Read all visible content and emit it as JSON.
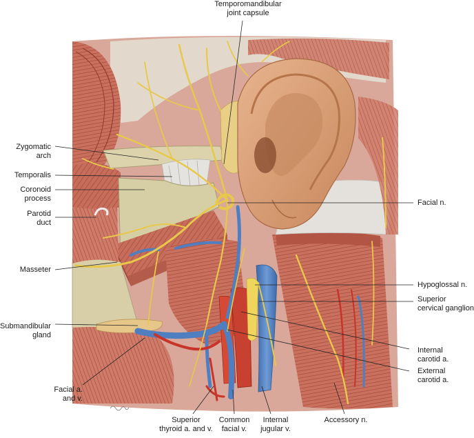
{
  "labels": {
    "tmj_capsule": "Temporomandibular\njoint capsule",
    "zygomatic_arch": "Zygomatic\narch",
    "temporalis": "Temporalis",
    "coronoid_process": "Coronoid\nprocess",
    "parotid_duct": "Parotid\nduct",
    "masseter": "Masseter",
    "submandibular_gland": "Submandibular\ngland",
    "facial_av": "Facial a.\nand v.",
    "superior_thyroid": "Superior\nthyroid a. and v.",
    "common_facial_v": "Common\nfacial v.",
    "internal_jugular_v": "Internal\njugular v.",
    "accessory_n": "Accessory n.",
    "facial_n": "Facial n.",
    "hypoglossal_n": "Hypoglossal n.",
    "superior_cervical_ganglion": "Superior\ncervical ganglion",
    "internal_carotid_a": "Internal\ncarotid a.",
    "external_carotid_a": "External\ncarotid a."
  },
  "colors": {
    "muscle": "#c8705f",
    "muscle_dark": "#9e4538",
    "nerve": "#e8c84a",
    "vein": "#4f7fc0",
    "artery": "#c8332a",
    "bone": "#d9d2a8",
    "fascia": "#dcd6cc",
    "skin": "#d9a27a",
    "gland": "#e6c07a",
    "leader": "#222222"
  }
}
